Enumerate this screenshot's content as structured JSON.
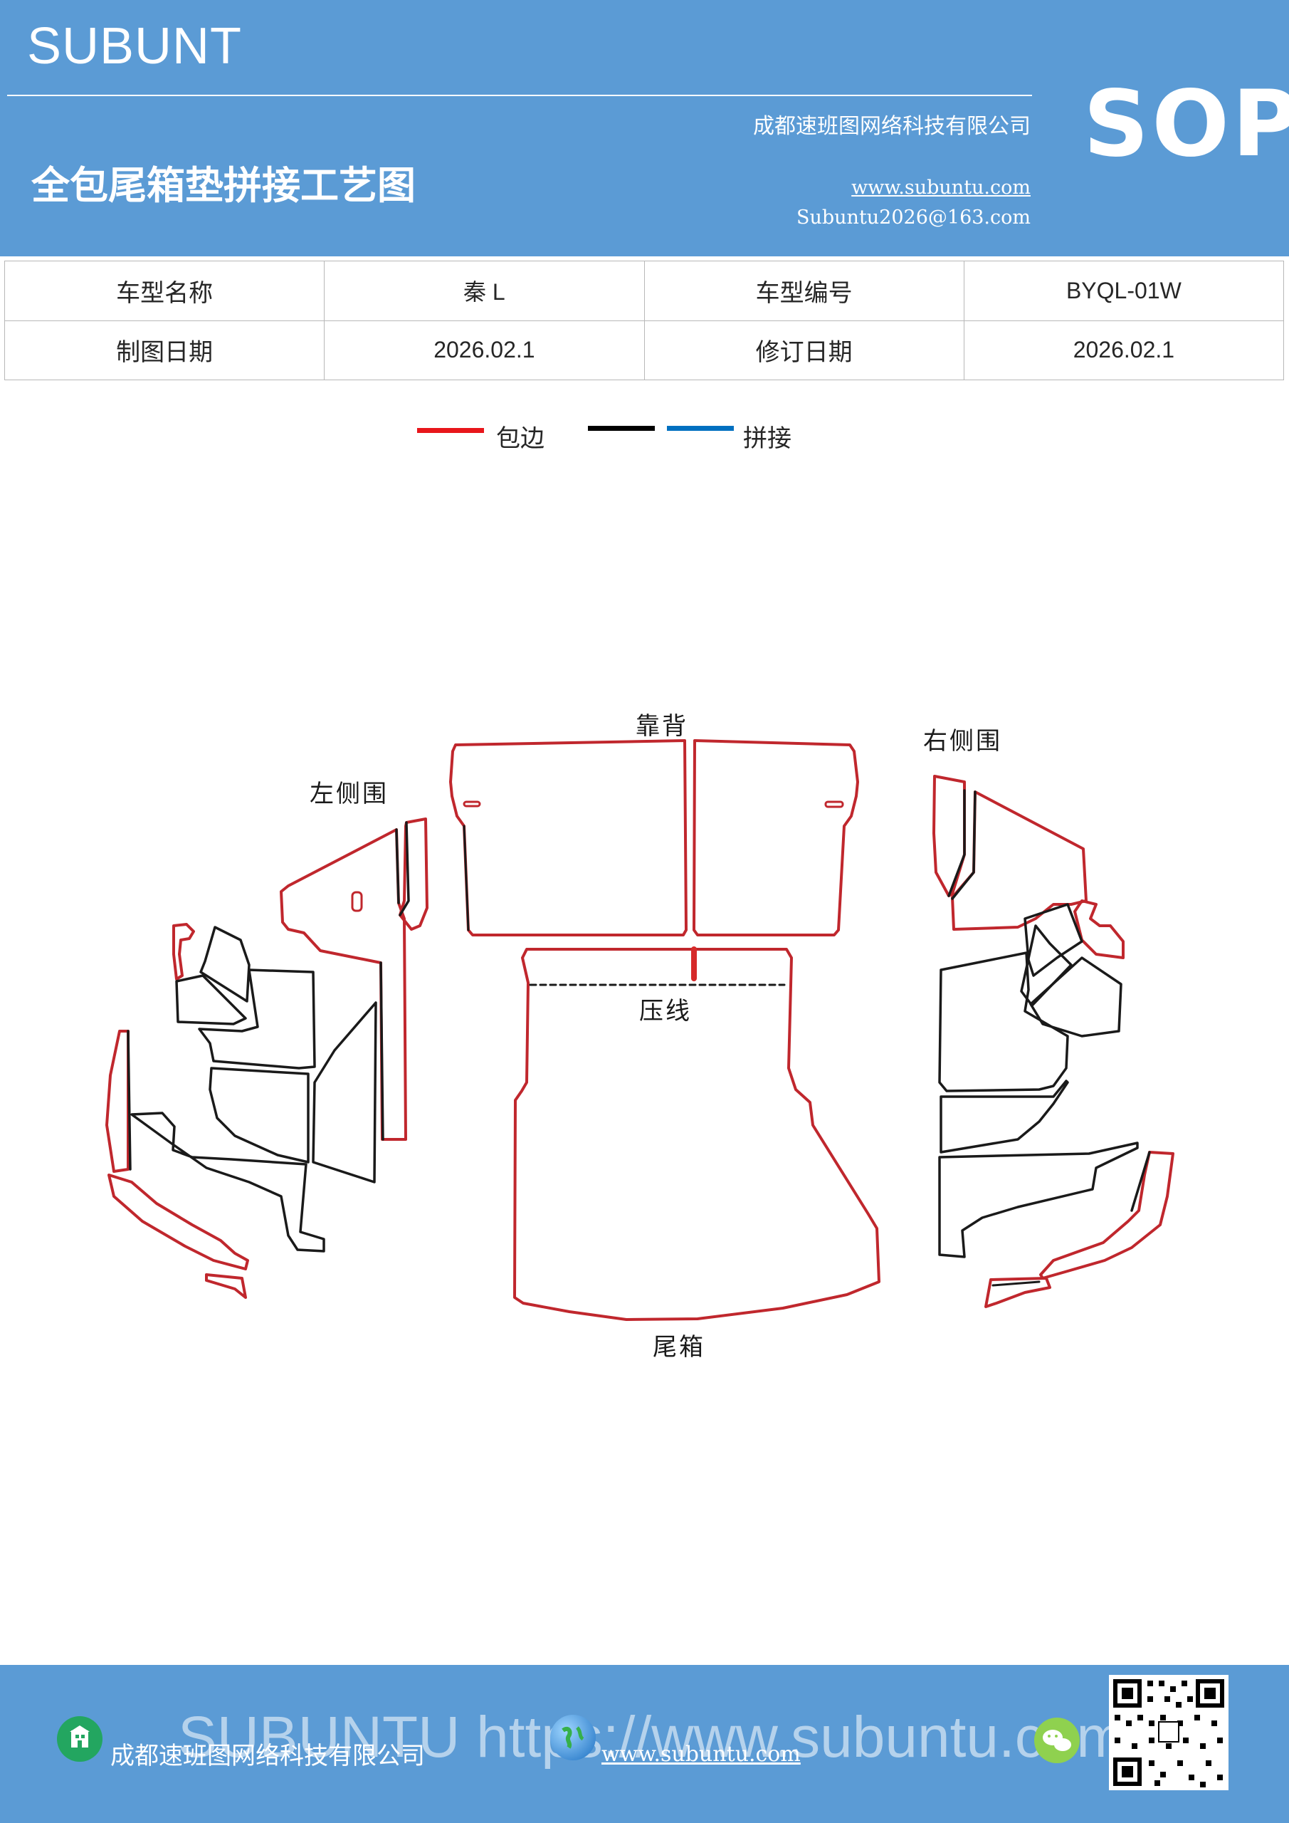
{
  "header": {
    "brand": "SUBUNT",
    "title": "全包尾箱垫拼接工艺图",
    "company": "成都速班图网络科技有限公司",
    "website": "www.subuntu.com",
    "email": "Subuntu2026@163.com",
    "badge": "SOP"
  },
  "info_table": {
    "rows": [
      [
        "车型名称",
        "秦 L",
        "车型编号",
        "BYQL-01W"
      ],
      [
        "制图日期",
        "2026.02.1",
        "修订日期",
        "2026.02.1"
      ]
    ]
  },
  "legend": {
    "items": [
      {
        "label": "包边",
        "color": "#e8161b"
      },
      {
        "label": "",
        "color": "#000000"
      },
      {
        "label": "拼接",
        "color": "#0070c0"
      }
    ]
  },
  "diagram": {
    "labels": {
      "backrest": "靠背",
      "left_side": "左侧围",
      "right_side": "右侧围",
      "press_line": "压线",
      "trunk": "尾箱"
    },
    "edge_color": "#c0272d",
    "seam_color": "#1a1a1a"
  },
  "footer": {
    "company": "成都速班图网络科技有限公司",
    "website": "www.subuntu.com",
    "watermark": "SUBUNTU https://www.subuntu.com"
  }
}
